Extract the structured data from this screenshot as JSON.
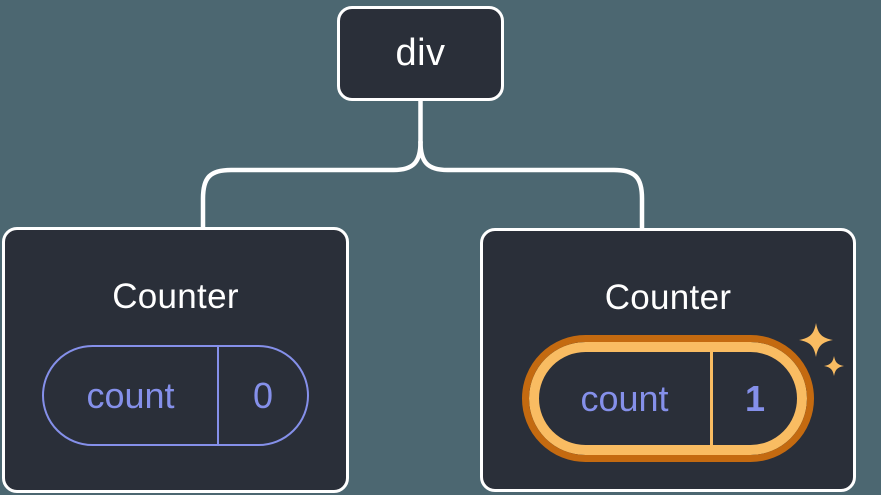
{
  "diagram": {
    "type": "react-component-tree",
    "root": {
      "label": "div"
    },
    "children": [
      {
        "title": "Counter",
        "state_name": "count",
        "state_value": "0",
        "highlighted": false
      },
      {
        "title": "Counter",
        "state_name": "count",
        "state_value": "1",
        "highlighted": true
      }
    ],
    "colors": {
      "background": "#4C6771",
      "node_fill": "#2A2F39",
      "node_border": "#FFFFFF",
      "state_purple": "#8590EA",
      "highlight_ring_outer": "#C46A10",
      "highlight_ring_inner": "#F9BC62",
      "connector": "#FFFFFF"
    },
    "icons": {
      "sparkles": "four-pointed-star-pair"
    }
  }
}
